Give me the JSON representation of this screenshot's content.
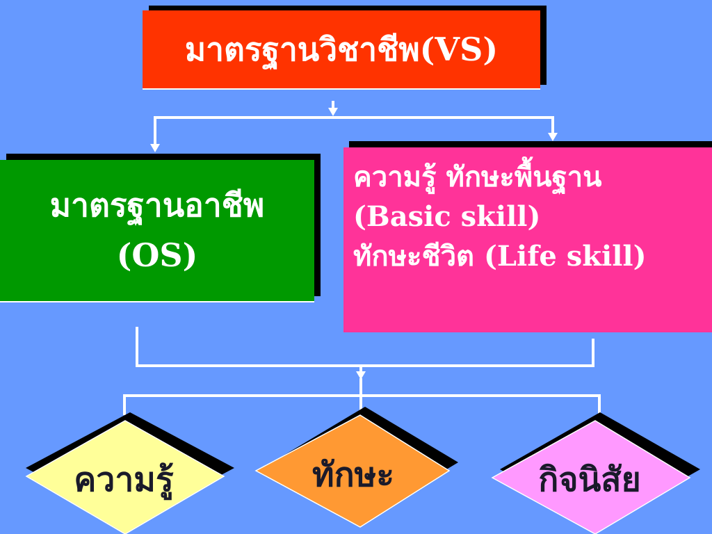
{
  "top_box": {
    "label": "มาตรฐานวิชาชีพ(VS)",
    "color": "#FF3300"
  },
  "os_box": {
    "line1": "มาตรฐานอาชีพ",
    "line2": "(OS)",
    "color": "#009900"
  },
  "basic_box": {
    "line1": "ความรู้  ทักษะพื้นฐาน",
    "line2": "(Basic  skill)",
    "line3": "ทักษะชีวิต (Life skill)",
    "color": "#FF3399"
  },
  "diamonds": [
    {
      "label": "ความรู้",
      "color": "#FFFF99"
    },
    {
      "label": "ทักษะ",
      "color": "#FF9933"
    },
    {
      "label": "กิจนิสัย",
      "color": "#FF99FF"
    }
  ],
  "background_color": "#6699FF"
}
